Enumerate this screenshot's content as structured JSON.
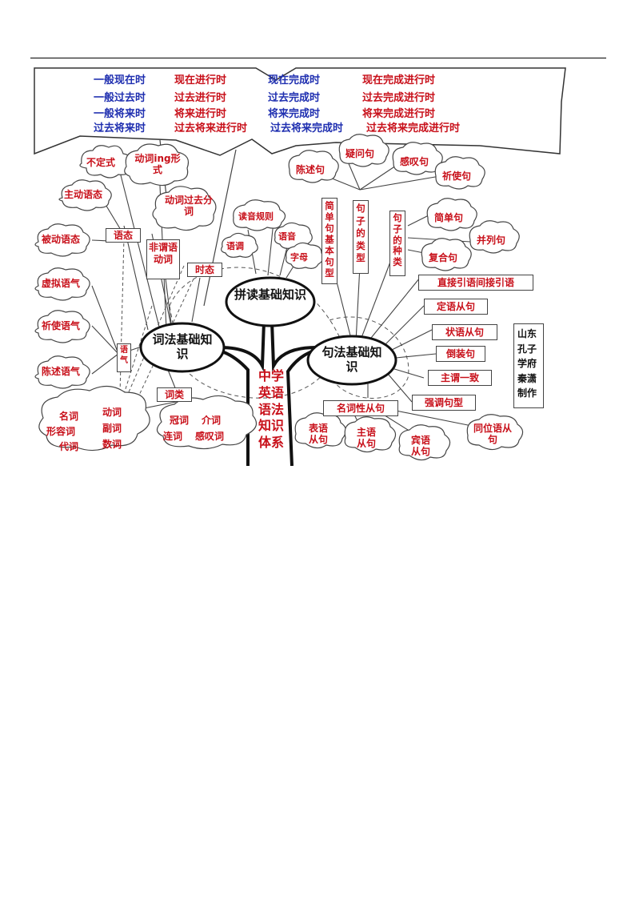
{
  "tenses": {
    "rows": [
      [
        "一般现在时",
        "现在进行时",
        "现在完成时",
        "现在完成进行时"
      ],
      [
        "一般过去时",
        "过去进行时",
        "过去完成时",
        "过去完成进行时"
      ],
      [
        "一般将来时",
        "将来进行时",
        "将来完成时",
        "将来完成进行时"
      ],
      [
        "过去将来时",
        "过去将来进行时",
        "过去将来完成时",
        "过去将来完成进行时"
      ]
    ]
  },
  "trunk": "中学英语语法知识体系",
  "hubs": {
    "phonics": "拼读基础知识",
    "morphology": "词法基础知识",
    "syntax": "句法基础知识"
  },
  "phonics": {
    "rules": "读音规则",
    "intonation": "语调",
    "sound": "语音",
    "letters": "字母"
  },
  "morphology": {
    "infinitive": "不定式",
    "gerund": "动词ing形式",
    "participle": "动词过去分词",
    "active_voice": "主动语态",
    "voice": "语态",
    "passive_voice": "被动语态",
    "nonfinite": "非谓语动词",
    "tense": "时态",
    "subjunctive": "虚拟语气",
    "imperative_mood": "祈使语气",
    "mood": "语气",
    "indicative": "陈述语气",
    "pos": "词类",
    "pos_a": [
      "名词",
      "动词",
      "形容词",
      "副词",
      "代词",
      "数词"
    ],
    "pos_b": [
      "冠词",
      "介词",
      "连词",
      "感叹词"
    ]
  },
  "syntax": {
    "declarative": "陈述句",
    "interrogative": "疑问句",
    "exclamatory": "感叹句",
    "imperative": "祈使句",
    "basic_patterns": "简单句基本句型",
    "sentence_types": "句子的类型",
    "sentence_kinds": "句子的种类",
    "simple": "简单句",
    "compound": "并列句",
    "complex": "复合句",
    "speech": "直接引语间接引语",
    "attributive": "定语从句",
    "adverbial": "状语从句",
    "inversion": "倒装句",
    "agreement": "主谓一致",
    "emphasis": "强调句型",
    "nominal": "名词性从句",
    "predicative": "表语从句",
    "subject": "主语从句",
    "object": "宾语从句",
    "appositive": "同位语从句"
  },
  "author": [
    "山东",
    "孔子",
    "学府",
    "秦潇",
    "制作"
  ],
  "colors": {
    "red": "#c8101a",
    "blue": "#1f2fb0",
    "line": "#444444"
  }
}
